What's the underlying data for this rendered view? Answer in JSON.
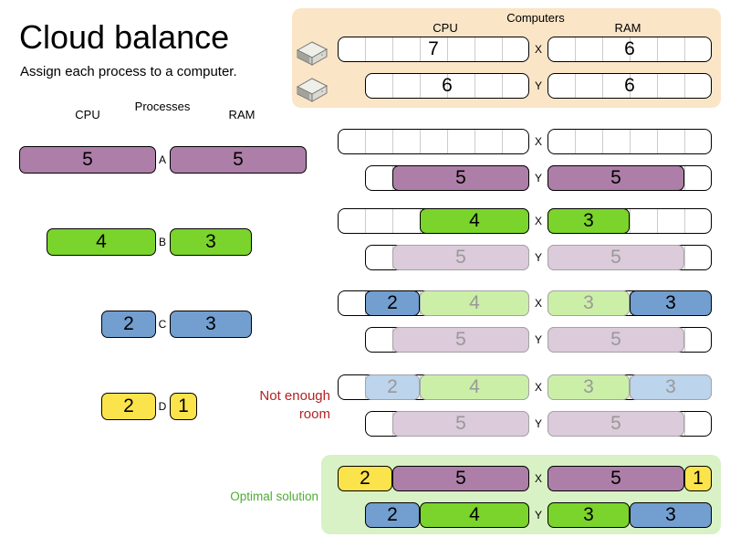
{
  "title": "Cloud balance",
  "subtitle": "Assign each process to a computer.",
  "colors": {
    "computers_panel_bg": "#FAE5C7",
    "optimal_panel_bg": "#D8F1C5",
    "plum": "#AD7FA8",
    "green": "#7BD42C",
    "blue": "#729FCF",
    "yellow": "#FBE44B",
    "plum_faded": "#DCCBDA",
    "green_faded": "#CCEFA8",
    "blue_faded": "#BCD4EC",
    "faded_text": "#999999",
    "faded_border": "#A3A3A3",
    "not_enough_room_text": "#B22222",
    "optimal_label_text": "#4CAD32",
    "cell_separator": "#CCCCCC"
  },
  "computers_panel": {
    "header": "Computers",
    "cpu_label": "CPU",
    "ram_label": "RAM",
    "computers": [
      {
        "name": "X",
        "cpu": 7,
        "ram": 6
      },
      {
        "name": "Y",
        "cpu": 6,
        "ram": 6
      }
    ]
  },
  "processes_panel": {
    "header": "Processes",
    "cpu_label": "CPU",
    "ram_label": "RAM",
    "processes": [
      {
        "name": "A",
        "cpu": 5,
        "ram": 5,
        "color": "plum"
      },
      {
        "name": "B",
        "cpu": 4,
        "ram": 3,
        "color": "green"
      },
      {
        "name": "C",
        "cpu": 2,
        "ram": 3,
        "color": "blue"
      },
      {
        "name": "D",
        "cpu": 2,
        "ram": 1,
        "color": "yellow"
      }
    ]
  },
  "steps": [
    {
      "rows": [
        {
          "computer": "X",
          "cpu_blocks": [],
          "ram_blocks": []
        },
        {
          "computer": "Y",
          "cpu_blocks": [
            {
              "process": "A",
              "value": 5,
              "color": "plum",
              "faded": false
            }
          ],
          "ram_blocks": [
            {
              "process": "A",
              "value": 5,
              "color": "plum",
              "faded": false
            }
          ]
        }
      ]
    },
    {
      "rows": [
        {
          "computer": "X",
          "cpu_blocks": [
            {
              "process": "B",
              "value": 4,
              "color": "green",
              "faded": false
            }
          ],
          "ram_blocks": [
            {
              "process": "B",
              "value": 3,
              "color": "green",
              "faded": false
            }
          ]
        },
        {
          "computer": "Y",
          "cpu_blocks": [
            {
              "process": "A",
              "value": 5,
              "color": "plum",
              "faded": true
            }
          ],
          "ram_blocks": [
            {
              "process": "A",
              "value": 5,
              "color": "plum",
              "faded": true
            }
          ]
        }
      ]
    },
    {
      "rows": [
        {
          "computer": "X",
          "cpu_blocks": [
            {
              "process": "C",
              "value": 2,
              "color": "blue",
              "faded": false
            },
            {
              "process": "B",
              "value": 4,
              "color": "green",
              "faded": true
            }
          ],
          "ram_blocks": [
            {
              "process": "B",
              "value": 3,
              "color": "green",
              "faded": true
            },
            {
              "process": "C",
              "value": 3,
              "color": "blue",
              "faded": false
            }
          ]
        },
        {
          "computer": "Y",
          "cpu_blocks": [
            {
              "process": "A",
              "value": 5,
              "color": "plum",
              "faded": true
            }
          ],
          "ram_blocks": [
            {
              "process": "A",
              "value": 5,
              "color": "plum",
              "faded": true
            }
          ]
        }
      ]
    },
    {
      "rows": [
        {
          "computer": "X",
          "cpu_blocks": [
            {
              "process": "C",
              "value": 2,
              "color": "blue",
              "faded": true
            },
            {
              "process": "B",
              "value": 4,
              "color": "green",
              "faded": true
            }
          ],
          "ram_blocks": [
            {
              "process": "B",
              "value": 3,
              "color": "green",
              "faded": true
            },
            {
              "process": "C",
              "value": 3,
              "color": "blue",
              "faded": true
            }
          ]
        },
        {
          "computer": "Y",
          "cpu_blocks": [
            {
              "process": "A",
              "value": 5,
              "color": "plum",
              "faded": true
            }
          ],
          "ram_blocks": [
            {
              "process": "A",
              "value": 5,
              "color": "plum",
              "faded": true
            }
          ]
        }
      ]
    }
  ],
  "annotations": {
    "not_enough_room": [
      "Not enough",
      "room"
    ],
    "optimal_solution": "Optimal solution"
  },
  "optimal": {
    "rows": [
      {
        "computer": "X",
        "cpu_blocks": [
          {
            "process": "D",
            "value": 2,
            "color": "yellow",
            "faded": false
          },
          {
            "process": "A",
            "value": 5,
            "color": "plum",
            "faded": false
          }
        ],
        "ram_blocks": [
          {
            "process": "A",
            "value": 5,
            "color": "plum",
            "faded": false
          },
          {
            "process": "D",
            "value": 1,
            "color": "yellow",
            "faded": false
          }
        ]
      },
      {
        "computer": "Y",
        "cpu_blocks": [
          {
            "process": "C",
            "value": 2,
            "color": "blue",
            "faded": false
          },
          {
            "process": "B",
            "value": 4,
            "color": "green",
            "faded": false
          }
        ],
        "ram_blocks": [
          {
            "process": "B",
            "value": 3,
            "color": "green",
            "faded": false
          },
          {
            "process": "C",
            "value": 3,
            "color": "blue",
            "faded": false
          }
        ]
      }
    ]
  }
}
